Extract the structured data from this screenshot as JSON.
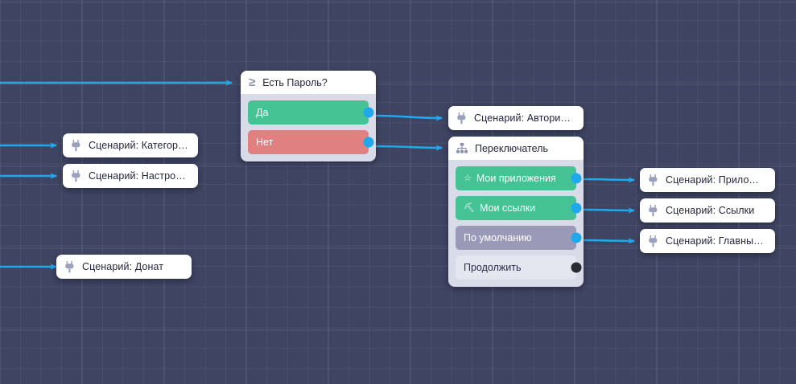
{
  "canvas": {
    "background_color": "#3e4461",
    "grid_line_color": "rgba(255,255,255,0.06)",
    "edge_color": "#20a8ec"
  },
  "nodes": {
    "condition": {
      "title": "Есть Пароль?",
      "icon": "greater-equal-icon",
      "icon_glyph": "≥",
      "ports": [
        {
          "label": "Да",
          "style": "green",
          "connector": "blue"
        },
        {
          "label": "Нет",
          "style": "red",
          "connector": "blue"
        }
      ]
    },
    "switcher": {
      "title": "Переключатель",
      "icon": "sitemap-icon",
      "ports": [
        {
          "label": "Мои приложения",
          "style": "green",
          "icon": "star-icon",
          "icon_glyph": "☆",
          "connector": "blue"
        },
        {
          "label": "Мои ссылки",
          "style": "green",
          "icon": "link-icon",
          "icon_glyph": "⛏",
          "connector": "blue"
        },
        {
          "label": "По умолчанию",
          "style": "purple",
          "icon": "",
          "icon_glyph": "",
          "connector": "blue"
        },
        {
          "label": "Продолжить",
          "style": "plain",
          "icon": "",
          "icon_glyph": "",
          "connector": "dark"
        }
      ]
    },
    "scenarios": [
      {
        "key": "categories",
        "label": "Сценарий: Категории п...",
        "icon": "plug-icon"
      },
      {
        "key": "settings",
        "label": "Сценарий: Настройки",
        "icon": "plug-icon"
      },
      {
        "key": "donate",
        "label": "Сценарий: Донат",
        "icon": "plug-icon"
      },
      {
        "key": "auth",
        "label": "Сценарий: Авторизация",
        "icon": "plug-icon"
      },
      {
        "key": "apps",
        "label": "Сценарий: Приложени...",
        "icon": "plug-icon"
      },
      {
        "key": "links",
        "label": "Сценарий: Ссылки",
        "icon": "plug-icon"
      },
      {
        "key": "main",
        "label": "Сценарий: Главный сц...",
        "icon": "plug-icon"
      }
    ]
  }
}
